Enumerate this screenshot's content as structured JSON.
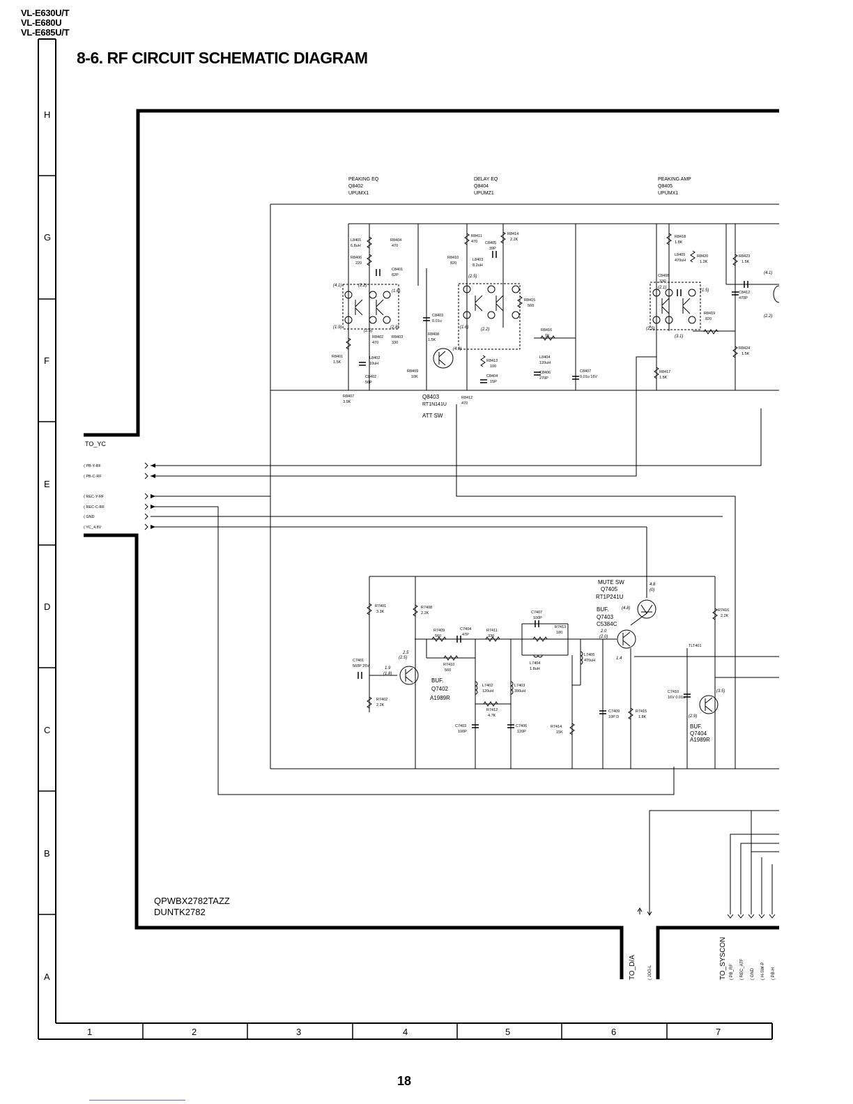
{
  "header": {
    "models": [
      "VL-E630U/T",
      "VL-E680U",
      "VL-E685U/T"
    ],
    "title": "8-6. RF CIRCUIT SCHEMATIC DIAGRAM"
  },
  "grid": {
    "rows": [
      "H",
      "G",
      "F",
      "E",
      "D",
      "C",
      "B",
      "A"
    ],
    "cols": [
      "1",
      "2",
      "3",
      "4",
      "5",
      "6",
      "7"
    ]
  },
  "page_number": "18",
  "board": {
    "part_no": "QPWBX2782TAZZ",
    "unit": "DUNTK2782"
  },
  "connectors": {
    "to_yc": {
      "label": "TO_YC",
      "pins": [
        "PB-Y-RF",
        "PB-C-RF",
        "REC-Y-RF",
        "REC-C-RF",
        "GND",
        "YC_4.8V"
      ]
    },
    "to_da": {
      "label": "TO_D/A",
      "pin": "JOG-L"
    },
    "to_syscon": {
      "label": "TO_SYSCON",
      "pins": [
        "PB_RF",
        "REC_ATF",
        "GND",
        "H-SW-P",
        "PB-H"
      ]
    }
  },
  "blocks": [
    {
      "name": "PEAKING EQ",
      "ref": "Q8402",
      "part": "UPUMX1"
    },
    {
      "name": "DELAY EQ",
      "ref": "Q8404",
      "part": "UPUMZ1"
    },
    {
      "name": "PEAKING AMP",
      "ref": "Q8405",
      "part": "UPUMX1"
    }
  ],
  "transistor_labels": [
    {
      "lines": [
        "Q8403",
        "RT1N141U",
        "ATT SW"
      ]
    },
    {
      "lines": [
        "MUTE SW",
        "Q7405",
        "RT1P241U"
      ]
    },
    {
      "lines": [
        "BUF.",
        "Q7403",
        "C5384C"
      ]
    },
    {
      "lines": [
        "BUF.",
        "Q7402",
        "A1989R"
      ]
    },
    {
      "lines": [
        "BUF.",
        "Q7404",
        "A1989R"
      ]
    }
  ],
  "component_labels": [
    [
      "L8401",
      "6.8uH"
    ],
    [
      "R8404",
      "470"
    ],
    [
      "R8406",
      "220"
    ],
    [
      "C8401",
      "82P"
    ],
    [
      "R8411",
      "470"
    ],
    [
      "R8414",
      "2.2K"
    ],
    [
      "C8405",
      "39P"
    ],
    [
      "R8410",
      "820"
    ],
    [
      "L8403",
      "8.2uH"
    ],
    [
      "R8415",
      "560"
    ],
    [
      "C8403",
      "0.01u"
    ],
    [
      "R8408",
      "1.5K"
    ],
    [
      "R8402",
      "470"
    ],
    [
      "R8403",
      "330"
    ],
    [
      "L8402",
      "10uH"
    ],
    [
      "C8402",
      "56P"
    ],
    [
      "R8401",
      "1.5K"
    ],
    [
      "R8407",
      "3.9K"
    ],
    [
      "R8409",
      "10K"
    ],
    [
      "R8413",
      "100"
    ],
    [
      "C8404",
      "15P"
    ],
    [
      "R8412",
      "470"
    ],
    [
      "R8416",
      "1K"
    ],
    [
      "L8404",
      "120uH"
    ],
    [
      "C8406",
      "270P"
    ],
    [
      "C8407",
      "0.01u 16V"
    ],
    [
      "R8418",
      "1.8K"
    ],
    [
      "L8405",
      "470uH"
    ],
    [
      "R8420",
      "1.2K"
    ],
    [
      "C8408",
      "33P"
    ],
    [
      "R8419",
      "820"
    ],
    [
      "R8417",
      "1.5K"
    ],
    [
      "R8423",
      "1.5K"
    ],
    [
      "C8412",
      "470P"
    ],
    [
      "R8424",
      "1.5K"
    ],
    [
      "R7401",
      "3.3K"
    ],
    [
      "R7408",
      "2.2K"
    ],
    [
      "R7409",
      "560"
    ],
    [
      "C7404",
      "47P"
    ],
    [
      "R7411",
      "330"
    ],
    [
      "C7407",
      "100P"
    ],
    [
      "R7413",
      "180"
    ],
    [
      "L7404",
      "1.8uH"
    ],
    [
      "L7405",
      "470uH"
    ],
    [
      "R7410",
      "560"
    ],
    [
      "C7401",
      "560P 25V"
    ],
    [
      "R7402",
      "2.2K"
    ],
    [
      "L7402",
      "120uH"
    ],
    [
      "L7403",
      "390uH"
    ],
    [
      "R7412",
      "4.7K"
    ],
    [
      "C7403",
      "100P"
    ],
    [
      "C7406",
      "120P"
    ],
    [
      "R7414",
      "15K"
    ],
    [
      "C7409",
      "10P D"
    ],
    [
      "R7415",
      "1.8K"
    ],
    [
      "R7416",
      "2.2K"
    ],
    [
      "C7410",
      "16V 0.01u"
    ],
    [
      "TLT401",
      ""
    ]
  ],
  "voltages": [
    "(4.1)",
    "(2.2)",
    "(1.6)",
    "(1.9)",
    "(2.5)",
    "(2.8)",
    "(2.5)",
    "(1.6)",
    "(2.2)",
    "(4.9)",
    "(2.5)",
    "(2.1)",
    "(1.5)",
    "(3.1)",
    "(4.1)",
    "(2.2)",
    "4.8",
    "(0)",
    "(4.8)",
    "2.0",
    "(2.0)",
    "1.4",
    "2.5",
    "(2.5)",
    "1.9",
    "(1.8)",
    "(3.5)",
    "(2.9)"
  ]
}
